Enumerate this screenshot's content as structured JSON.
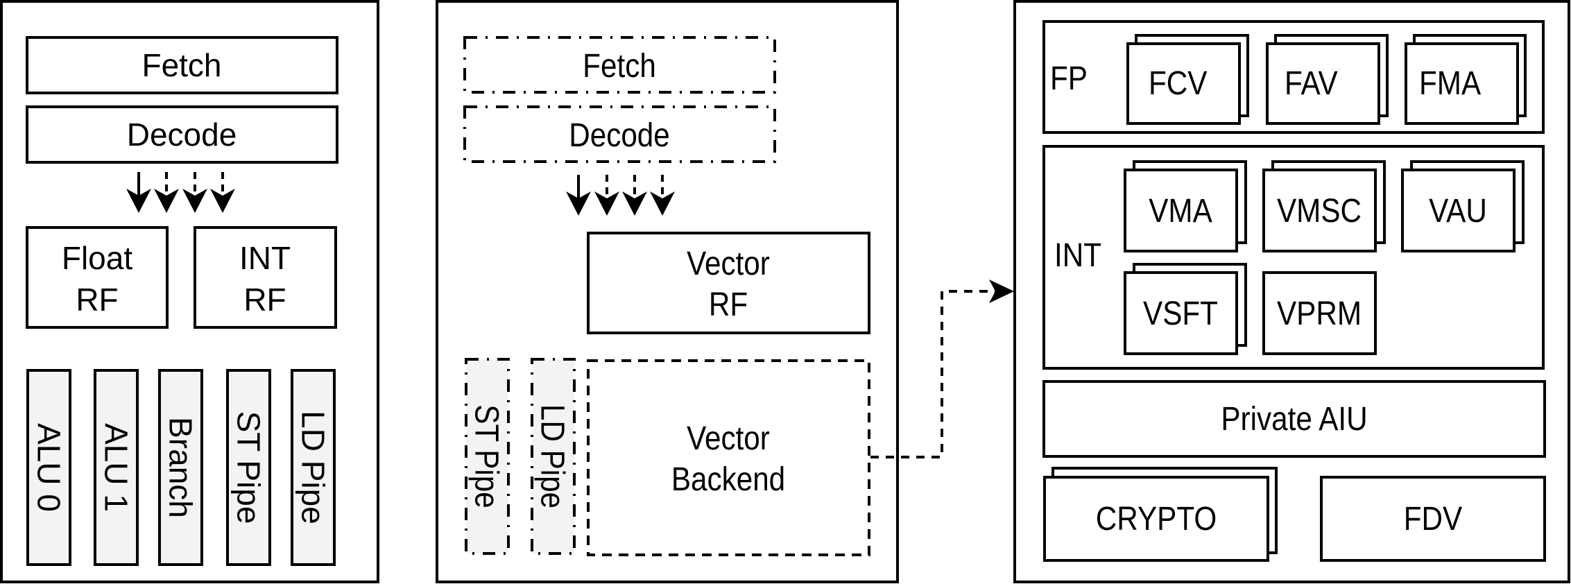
{
  "diagram": {
    "colors": {
      "stroke": "#000000",
      "background": "#ffffff",
      "pipe_fill": "#f3f3f3"
    },
    "scalar_core": {
      "fetch": "Fetch",
      "decode": "Decode",
      "float_rf": [
        "Float",
        "RF"
      ],
      "int_rf": [
        "INT",
        "RF"
      ],
      "pipes": [
        "ALU 0",
        "ALU 1",
        "Branch",
        "ST Pipe",
        "LD Pipe"
      ],
      "dispatch_arrows": 4
    },
    "vector_frontend": {
      "fetch": "Fetch",
      "decode": "Decode",
      "vector_rf": [
        "Vector",
        "RF"
      ],
      "pipes": [
        "ST Pipe",
        "LD Pipe"
      ],
      "vector_backend": [
        "Vector",
        "Backend"
      ],
      "dispatch_arrows": 4
    },
    "vector_backend_detail": {
      "fp_group": {
        "label": "FP",
        "units": [
          {
            "name": "FCV",
            "stacked": true
          },
          {
            "name": "FAV",
            "stacked": true
          },
          {
            "name": "FMA",
            "stacked": true
          }
        ]
      },
      "int_group": {
        "label": "INT",
        "units": [
          {
            "name": "VMA",
            "stacked": true
          },
          {
            "name": "VMSC",
            "stacked": true
          },
          {
            "name": "VAU",
            "stacked": true
          },
          {
            "name": "VSFT",
            "stacked": true
          },
          {
            "name": "VPRM",
            "stacked": false
          }
        ]
      },
      "private_aiu": "Private AIU",
      "crypto": {
        "name": "CRYPTO",
        "stacked": true
      },
      "fdv": {
        "name": "FDV",
        "stacked": false
      }
    }
  }
}
